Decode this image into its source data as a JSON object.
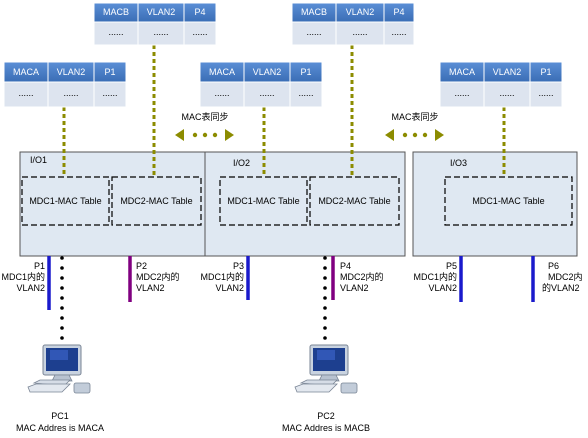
{
  "tables": [
    {
      "headers": [
        "MACB",
        "VLAN2",
        "P4"
      ],
      "row": [
        "......",
        "......",
        "......"
      ]
    },
    {
      "headers": [
        "MACB",
        "VLAN2",
        "P4"
      ],
      "row": [
        "......",
        "......",
        "......"
      ]
    },
    {
      "headers": [
        "MACA",
        "VLAN2",
        "P1"
      ],
      "row": [
        "......",
        "......",
        "......"
      ]
    },
    {
      "headers": [
        "MACA",
        "VLAN2",
        "P1"
      ],
      "row": [
        "......",
        "......",
        "......"
      ]
    },
    {
      "headers": [
        "MACA",
        "VLAN2",
        "P1"
      ],
      "row": [
        "......",
        "......",
        "......"
      ]
    }
  ],
  "sync_label": "MAC表同步",
  "modules": [
    {
      "name": "I/O1",
      "tables": [
        "MDC1-MAC Table",
        "MDC2-MAC Table"
      ]
    },
    {
      "name": "I/O2",
      "tables": [
        "MDC1-MAC Table",
        "MDC2-MAC Table"
      ]
    },
    {
      "name": "I/O3",
      "tables": [
        "MDC1-MAC Table"
      ]
    }
  ],
  "ports": [
    {
      "name": "P1",
      "desc1": "MDC1内的",
      "desc2": "VLAN2",
      "color": "#1a1acc"
    },
    {
      "name": "P2",
      "desc1": "MDC2内的",
      "desc2": "VLAN2",
      "color": "#800080"
    },
    {
      "name": "P3",
      "desc1": "MDC1内的",
      "desc2": "VLAN2",
      "color": "#1a1acc"
    },
    {
      "name": "P4",
      "desc1": "MDC2内的",
      "desc2": "VLAN2",
      "color": "#800080"
    },
    {
      "name": "P5",
      "desc1": "MDC1内的",
      "desc2": "VLAN2",
      "color": "#1a1acc"
    },
    {
      "name": "P6",
      "desc1": "MDC2内",
      "desc2": "的VLAN2",
      "color": "#1a1acc"
    }
  ],
  "pcs": [
    {
      "name": "PC1",
      "caption": "MAC Addres is MACA"
    },
    {
      "name": "PC2",
      "caption": "MAC Addres is MACB"
    }
  ],
  "colors": {
    "header_fill": "#4a7ec3",
    "row_fill": "#dde4ef",
    "module_fill": "#dfe8f2",
    "sync_arrow": "#8c8c00"
  }
}
